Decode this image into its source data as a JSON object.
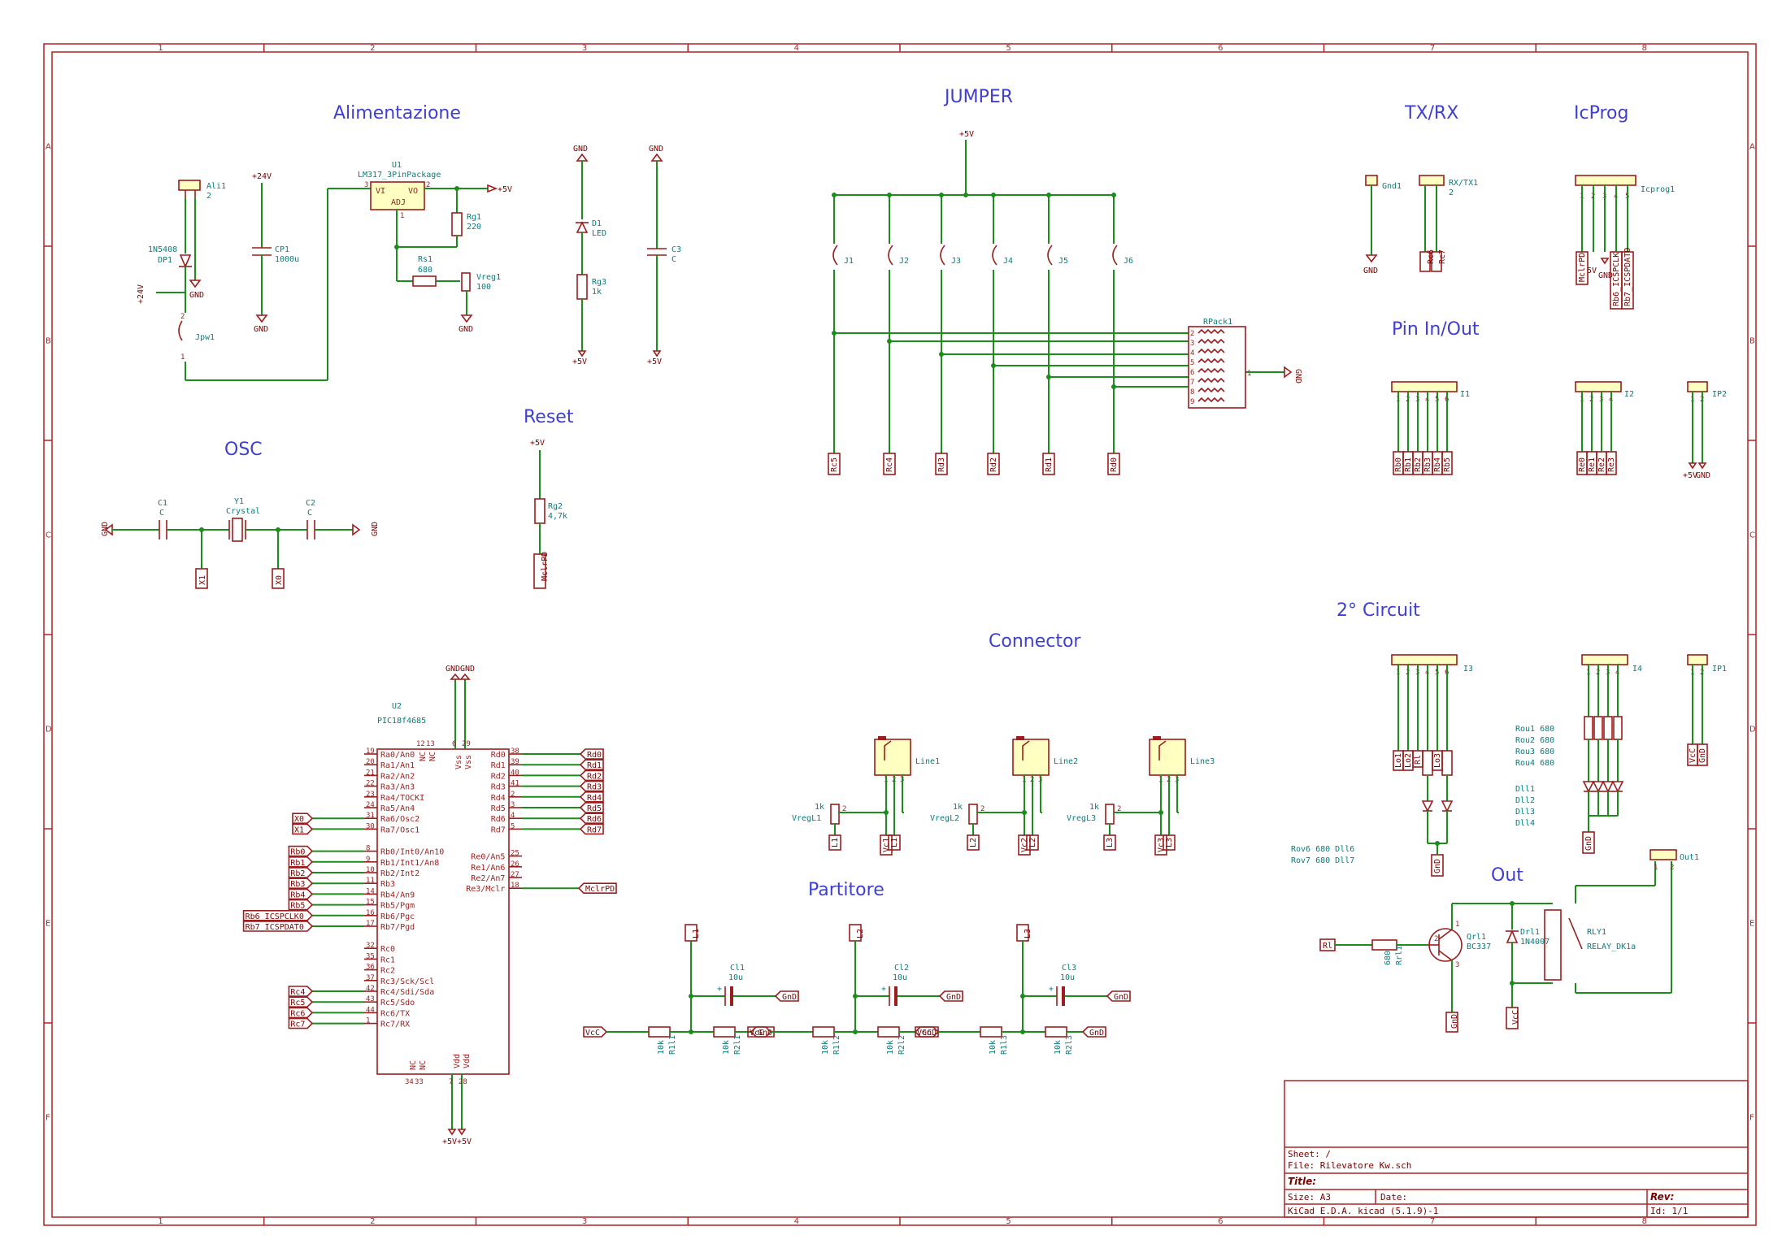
{
  "frame": {
    "cols": [
      "1",
      "2",
      "3",
      "4",
      "5",
      "6",
      "7",
      "8"
    ],
    "rows": [
      "A",
      "B",
      "C",
      "D",
      "E",
      "F"
    ]
  },
  "sections": {
    "alimentazione": "Alimentazione",
    "jumper": "JUMPER",
    "txrx": "TX/RX",
    "icprog": "IcProg",
    "pininout": "Pin In/Out",
    "reset": "Reset",
    "osc": "OSC",
    "connector": "Connector",
    "circuit2": "2° Circuit",
    "partitore": "Partitore",
    "out": "Out"
  },
  "alimentazione": {
    "ali1": "Ali1",
    "ali1_val": "2",
    "dp1": "DP1",
    "dp1_val": "1N5408",
    "gnd": "GND",
    "p24v_a": "+24V",
    "p24v_b": "+24V",
    "jpw1": "Jpw1",
    "jpw1_p1": "1",
    "jpw1_p2": "2",
    "cp1": "CP1",
    "cp1_val": "1000u",
    "u1": "U1",
    "u1_val": "LM317_3PinPackage",
    "u1_vi": "VI",
    "u1_vo": "VO",
    "u1_adj": "ADJ",
    "u1_p3": "3",
    "u1_p2": "2",
    "u1_p1": "1",
    "p5v": "+5V",
    "rg1": "Rg1",
    "rg1_val": "220",
    "rs1": "Rs1",
    "rs1_val": "680",
    "vreg1": "Vreg1",
    "vreg1_val": "100",
    "gnd2": "GND",
    "gnd3": "GND"
  },
  "led": {
    "gnd_top": "GND",
    "d1": "D1",
    "d1_val": "LED",
    "rg3": "Rg3",
    "rg3_val": "1k",
    "p5v": "+5V"
  },
  "c3": {
    "gnd": "GND",
    "ref": "C3",
    "val": "C",
    "p5v": "+5V"
  },
  "jumper": {
    "p5v": "+5V",
    "jumpers": [
      "J1",
      "J2",
      "J3",
      "J4",
      "J5",
      "J6"
    ],
    "labels": [
      "Rc5",
      "Rc4",
      "Rd3",
      "Rd2",
      "Rd1",
      "Rd0"
    ],
    "rpack": "RPack1",
    "rpack_pins": [
      "2",
      "3",
      "4",
      "5",
      "6",
      "7",
      "8",
      "9"
    ],
    "rpack_common": "1",
    "gnd": "GND"
  },
  "txrx": {
    "gnd1": "Gnd1",
    "gnd": "GND",
    "rxtx1": "RX/TX1",
    "rxtx1_val": "2",
    "rc6": "Rc6",
    "rc7": "Rc7"
  },
  "icprog": {
    "ref": "Icprog1",
    "pins": [
      "1",
      "2",
      "3",
      "4",
      "5"
    ],
    "labels": [
      "MclrPD",
      "Rb6_ICSPCLK",
      "Rb7_ICSPDATO"
    ],
    "p5v": "5V",
    "gnd": "GND"
  },
  "pininout": {
    "i1": "I1",
    "i1_pins": [
      "1",
      "2",
      "3",
      "4",
      "5",
      "6"
    ],
    "i1_labels": [
      "Rb0",
      "Rb1",
      "Rb2",
      "Rb3",
      "Rb4",
      "Rb5"
    ],
    "i2": "I2",
    "i2_pins": [
      "1",
      "2",
      "3",
      "4"
    ],
    "i2_labels": [
      "Re0",
      "Re1",
      "Re2",
      "Re3"
    ],
    "ip2": "IP2",
    "ip2_pins": [
      "1",
      "2"
    ],
    "p5v": "+5V",
    "gnd": "GND"
  },
  "reset": {
    "p5v": "+5V",
    "rg2": "Rg2",
    "rg2_val": "4,7k",
    "mclr": "MclrPD"
  },
  "osc": {
    "gnd_l": "GND",
    "gnd_r": "GND",
    "c1": "C1",
    "c1_val": "C",
    "c2": "C2",
    "c2_val": "C",
    "y1": "Y1",
    "y1_val": "Crystal",
    "x1": "X1",
    "x0": "X0"
  },
  "pic": {
    "ref": "U2",
    "val": "PIC18f4685",
    "top_labels": [
      "GND",
      "GND"
    ],
    "top_pins": [
      "Vss",
      "Vss"
    ],
    "top_nums": [
      "6",
      "29"
    ],
    "nc_top": [
      "NC",
      "NC"
    ],
    "nc_top_nums": [
      "12",
      "13"
    ],
    "left_pins": [
      {
        "num": "19",
        "name": "Ra0/An0"
      },
      {
        "num": "20",
        "name": "Ra1/An1"
      },
      {
        "num": "21",
        "name": "Ra2/An2"
      },
      {
        "num": "22",
        "name": "Ra3/An3"
      },
      {
        "num": "23",
        "name": "Ra4/TOCKI"
      },
      {
        "num": "24",
        "name": "Ra5/An4"
      },
      {
        "num": "31",
        "name": "Ra6/Osc2"
      },
      {
        "num": "30",
        "name": "Ra7/Osc1"
      },
      {
        "num": "8",
        "name": "Rb0/Int0/An10"
      },
      {
        "num": "9",
        "name": "Rb1/Int1/An8"
      },
      {
        "num": "10",
        "name": "Rb2/Int2"
      },
      {
        "num": "11",
        "name": "Rb3"
      },
      {
        "num": "14",
        "name": "Rb4/An9"
      },
      {
        "num": "15",
        "name": "Rb5/Pgm"
      },
      {
        "num": "16",
        "name": "Rb6/Pgc"
      },
      {
        "num": "17",
        "name": "Rb7/Pgd"
      },
      {
        "num": "32",
        "name": "Rc0"
      },
      {
        "num": "35",
        "name": "Rc1"
      },
      {
        "num": "36",
        "name": "Rc2"
      },
      {
        "num": "37",
        "name": "Rc3/Sck/Scl"
      },
      {
        "num": "42",
        "name": "Rc4/Sdi/Sda"
      },
      {
        "num": "43",
        "name": "Rc5/Sdo"
      },
      {
        "num": "44",
        "name": "Rc6/TX"
      },
      {
        "num": "1",
        "name": "Rc7/RX"
      }
    ],
    "left_labels": [
      "X0",
      "X1",
      "Rb0",
      "Rb1",
      "Rb2",
      "Rb3",
      "Rb4",
      "Rb5",
      "Rb6_ICSPCLK0",
      "Rb7_ICSPDAT0",
      "Rc4",
      "Rc5",
      "Rc6",
      "Rc7"
    ],
    "right_pins": [
      {
        "num": "38",
        "name": "Rd0"
      },
      {
        "num": "39",
        "name": "Rd1"
      },
      {
        "num": "40",
        "name": "Rd2"
      },
      {
        "num": "41",
        "name": "Rd3"
      },
      {
        "num": "2",
        "name": "Rd4"
      },
      {
        "num": "3",
        "name": "Rd5"
      },
      {
        "num": "4",
        "name": "Rd6"
      },
      {
        "num": "5",
        "name": "Rd7"
      },
      {
        "num": "25",
        "name": "Re0/An5"
      },
      {
        "num": "26",
        "name": "Re1/An6"
      },
      {
        "num": "27",
        "name": "Re2/An7"
      },
      {
        "num": "18",
        "name": "Re3/Mclr"
      }
    ],
    "right_labels": [
      "Rd0",
      "Rd1",
      "Rd2",
      "Rd3",
      "Rd4",
      "Rd5",
      "Rd6",
      "Rd7",
      "MclrPD"
    ],
    "bottom_nc": [
      "NC",
      "NC"
    ],
    "bottom_nc_nums": [
      "34",
      "33"
    ],
    "bottom_pins": [
      "Vdd",
      "Vdd"
    ],
    "bottom_nums": [
      "7",
      "28"
    ],
    "bottom_labels": [
      "+5V",
      "+5V"
    ]
  },
  "connector": {
    "lines": [
      "Line1",
      "Line2",
      "Line3"
    ],
    "vregs": [
      "VregL1",
      "VregL2",
      "VregL3"
    ],
    "vreg_val": "1k",
    "l_labels": [
      "L1",
      "L2",
      "L3"
    ],
    "vc_labels": [
      "Vc1",
      "Vc2",
      "Vc3"
    ],
    "pins": [
      "1",
      "2",
      "3"
    ],
    "pot_pins": [
      "1",
      "2",
      "3"
    ]
  },
  "partitore": {
    "top_labels": [
      "L1",
      "L2",
      "L3"
    ],
    "caps": [
      "Cl1",
      "Cl2",
      "Cl3"
    ],
    "cap_val": "10u",
    "gnd": "GnD",
    "vcc": "VcC",
    "r1": [
      "R1l1",
      "R1l2",
      "R1l3"
    ],
    "r2": [
      "R2l1",
      "R2l2",
      "R2l3"
    ],
    "rval": "10k"
  },
  "circuit2": {
    "i3": "I3",
    "i3_pins": [
      "1",
      "2",
      "3",
      "4",
      "5",
      "6"
    ],
    "i3_labels": [
      "Lo1",
      "Lo2",
      "Rl",
      "Lo3"
    ],
    "i4": "I4",
    "i4_pins": [
      "1",
      "2",
      "3",
      "4"
    ],
    "ip1": "IP1",
    "ip1_pins": [
      "1",
      "2"
    ],
    "ip1_labels": [
      "VcC",
      "GnD"
    ],
    "rou": [
      "Rou1 680",
      "Rou2 680",
      "Rou3 680",
      "Rou4 680"
    ],
    "dll": [
      "Dll1",
      "Dll2",
      "Dll3",
      "Dll4"
    ],
    "rov": [
      "Rov6   680  Dll6",
      "Rov7   680  Dll7"
    ],
    "gnd": "GnD"
  },
  "out": {
    "rl": "Rl",
    "rrl1": "Rrl1",
    "rrl1_val": "680",
    "qrl1": "Qrl1",
    "qrl1_val": "BC337",
    "q_pins": [
      "1",
      "2",
      "3"
    ],
    "drl1": "Drl1",
    "drl1_val": "1N4007",
    "rly1": "RLY1",
    "rly1_val": "RELAY_DK1a",
    "out1": "Out1",
    "out1_pins": [
      "1",
      "2"
    ],
    "gnd": "GnD",
    "vcc": "VcC"
  },
  "titleblock": {
    "sheet": "Sheet: /",
    "file": "File: Rilevatore Kw.sch",
    "title": "Title:",
    "size": "Size: A3",
    "date": "Date:",
    "rev": "Rev:",
    "kicad": "KiCad E.D.A.  kicad (5.1.9)-1",
    "id": "Id: 1/1"
  }
}
